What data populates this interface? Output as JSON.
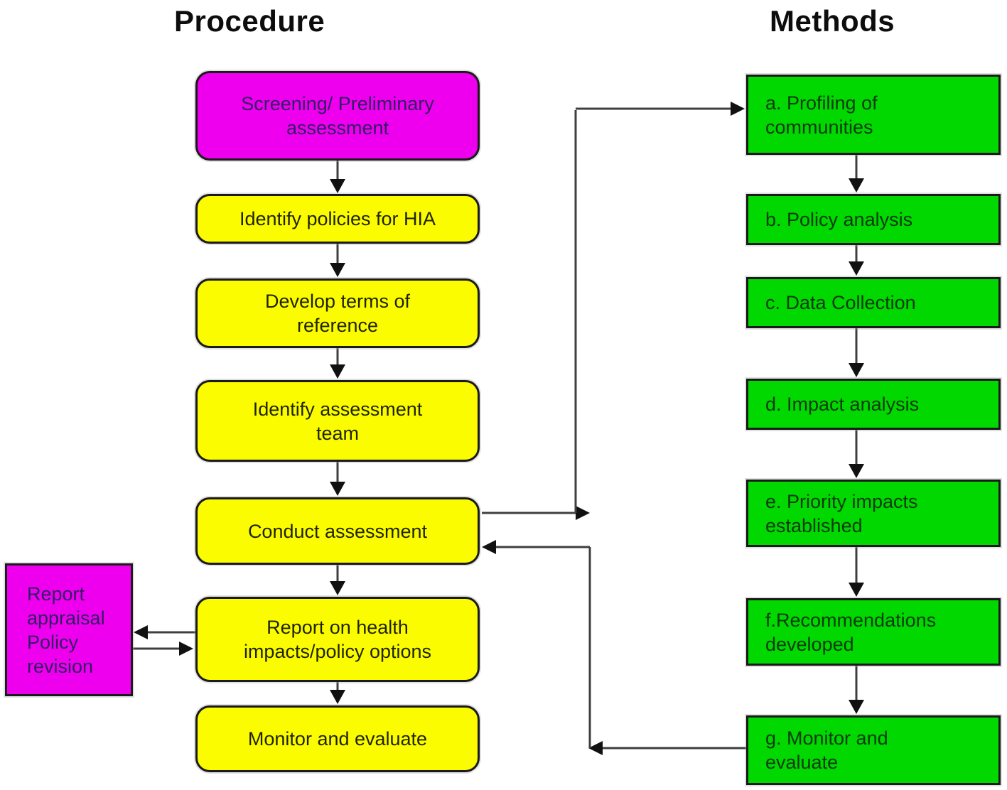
{
  "titles": {
    "procedure": "Procedure",
    "methods": "Methods"
  },
  "procedure_steps": [
    {
      "id": "screening",
      "label": "Screening/ Preliminary\nassessment"
    },
    {
      "id": "identify-policies",
      "label": "Identify policies for HIA"
    },
    {
      "id": "develop-terms",
      "label": "Develop terms of\nreference"
    },
    {
      "id": "identify-team",
      "label": "Identify assessment\nteam"
    },
    {
      "id": "conduct-assessment",
      "label": "Conduct assessment"
    },
    {
      "id": "report-impacts",
      "label": "Report on health\nimpacts/policy options"
    },
    {
      "id": "monitor-evaluate",
      "label": "Monitor and evaluate"
    }
  ],
  "side_box": {
    "label": "Report\nappraisal\nPolicy\nrevision"
  },
  "methods_steps": [
    {
      "id": "profiling",
      "label": "a. Profiling of\ncommunities"
    },
    {
      "id": "policy-analysis",
      "label": "b. Policy analysis"
    },
    {
      "id": "data-collection",
      "label": "c. Data Collection"
    },
    {
      "id": "impact-analysis",
      "label": "d. Impact analysis"
    },
    {
      "id": "priority-impacts",
      "label": "e. Priority impacts\nestablished"
    },
    {
      "id": "recommendations",
      "label": "f.Recommendations\ndeveloped"
    },
    {
      "id": "monitor-evaluate",
      "label": "g. Monitor and\nevaluate"
    }
  ],
  "colors": {
    "magenta": "#ee00ee",
    "yellow": "#fcfc00",
    "green": "#00d800",
    "box_border": "#1a1a1a",
    "arrow_line": "#3f3f3f",
    "title_text": "#0d0d0d",
    "yellow_box_text": "#1f2400",
    "magenta_box_text": "#331a66",
    "green_box_text": "#0a3a0a"
  }
}
